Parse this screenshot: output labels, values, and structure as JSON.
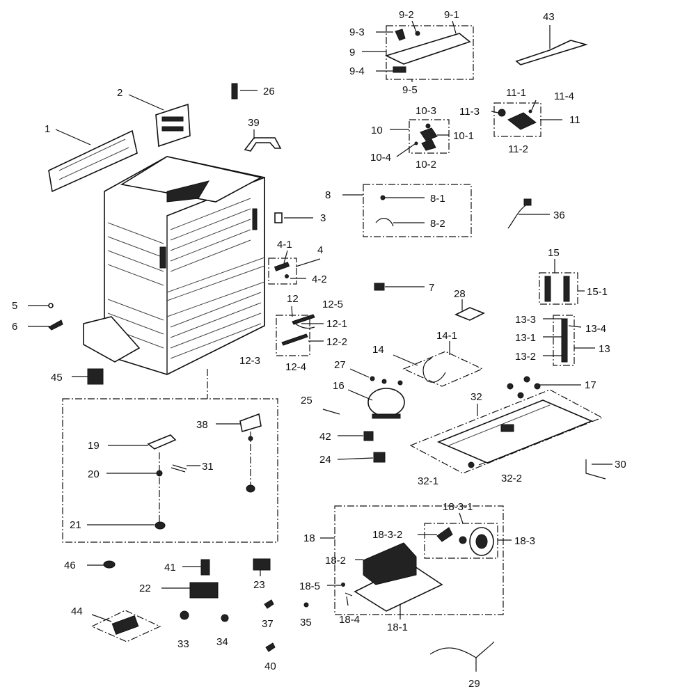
{
  "labels": {
    "l1": "1",
    "l2": "2",
    "l3": "3",
    "l4": "4",
    "l4_1": "4-1",
    "l4_2": "4-2",
    "l5": "5",
    "l6": "6",
    "l7": "7",
    "l8": "8",
    "l8_1": "8-1",
    "l8_2": "8-2",
    "l9": "9",
    "l9_1": "9-1",
    "l9_2": "9-2",
    "l9_3": "9-3",
    "l9_4": "9-4",
    "l9_5": "9-5",
    "l10": "10",
    "l10_1": "10-1",
    "l10_2": "10-2",
    "l10_3": "10-3",
    "l10_4": "10-4",
    "l11": "11",
    "l11_1": "11-1",
    "l11_2": "11-2",
    "l11_3": "11-3",
    "l11_4": "11-4",
    "l12": "12",
    "l12_1": "12-1",
    "l12_2": "12-2",
    "l12_3": "12-3",
    "l12_4": "12-4",
    "l12_5": "12-5",
    "l13": "13",
    "l13_1": "13-1",
    "l13_2": "13-2",
    "l13_3": "13-3",
    "l13_4": "13-4",
    "l14": "14",
    "l14_1": "14-1",
    "l15": "15",
    "l15_1": "15-1",
    "l16": "16",
    "l17": "17",
    "l18": "18",
    "l18_1": "18-1",
    "l18_2": "18-2",
    "l18_3": "18-3",
    "l18_3_1": "18-3-1",
    "l18_3_2": "18-3-2",
    "l18_4": "18-4",
    "l18_5": "18-5",
    "l19": "19",
    "l20": "20",
    "l21": "21",
    "l22": "22",
    "l23": "23",
    "l24": "24",
    "l25": "25",
    "l26": "26",
    "l27": "27",
    "l28": "28",
    "l29": "29",
    "l30": "30",
    "l31": "31",
    "l32": "32",
    "l32_1": "32-1",
    "l32_2": "32-2",
    "l33": "33",
    "l34": "34",
    "l35": "35",
    "l36": "36",
    "l37": "37",
    "l38": "38",
    "l39": "39",
    "l40": "40",
    "l41": "41",
    "l42": "42",
    "l43": "43",
    "l44": "44",
    "l45": "45",
    "l46": "46"
  },
  "colors": {
    "line": "#111111",
    "background": "#ffffff"
  }
}
